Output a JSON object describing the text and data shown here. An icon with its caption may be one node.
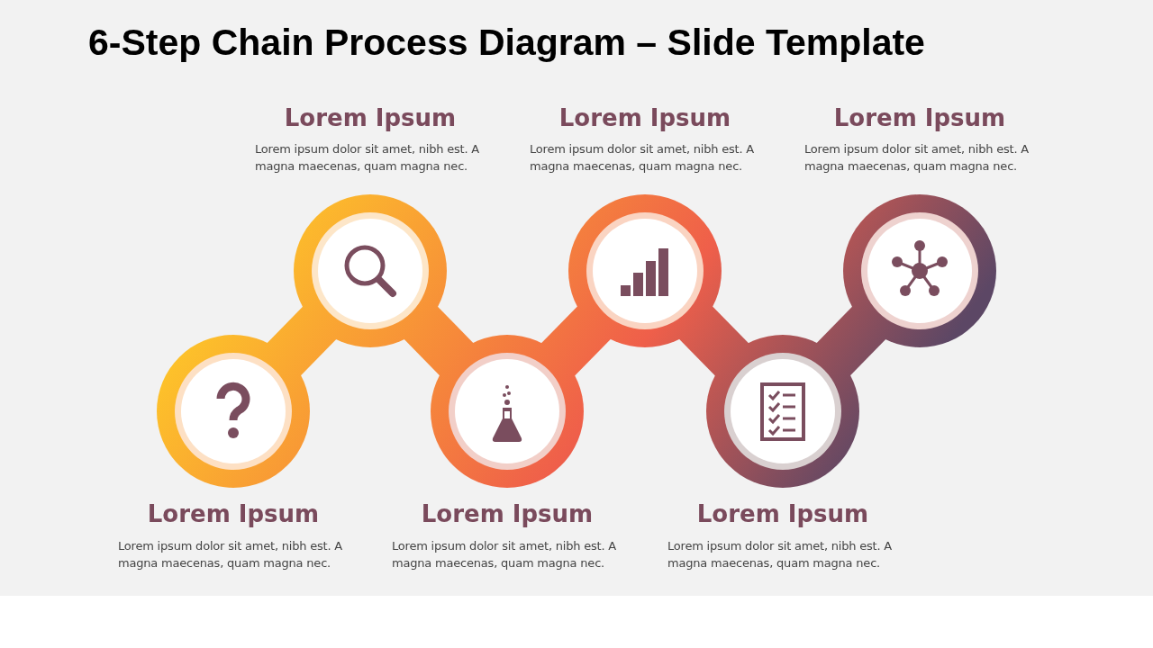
{
  "diagram": {
    "title": "6-Step Chain Process Diagram – Slide Template",
    "nodes": [
      {
        "text": [
          "Lorem Ipsum",
          "Lorem ipsum dolor sit amet, nibh est. A magna maecenas, quam magna nec."
        ]
      },
      {
        "text": [
          "Lorem Ipsum",
          "Lorem ipsum dolor sit amet, nibh est. A magna maecenas, quam magna nec."
        ]
      },
      {
        "text": [
          "Lorem Ipsum",
          "Lorem ipsum dolor sit amet, nibh est. A magna maecenas, quam magna nec."
        ]
      },
      {
        "text": [
          "Lorem Ipsum",
          "Lorem ipsum dolor sit amet, nibh est. A magna maecenas, quam magna nec."
        ]
      },
      {
        "text": [
          "Lorem Ipsum",
          "Lorem ipsum dolor sit amet, nibh est. A magna maecenas, quam magna nec."
        ]
      },
      {
        "text": [
          "Lorem Ipsum",
          "Lorem ipsum dolor sit amet, nibh est. A magna maecenas, quam magna nec."
        ]
      }
    ],
    "edges": [
      {
        "from": 0,
        "to": 1,
        "arrow": "none"
      },
      {
        "from": 1,
        "to": 2,
        "arrow": "none"
      },
      {
        "from": 2,
        "to": 3,
        "arrow": "none"
      },
      {
        "from": 3,
        "to": 4,
        "arrow": "none"
      },
      {
        "from": 4,
        "to": 5,
        "arrow": "none"
      }
    ]
  }
}
